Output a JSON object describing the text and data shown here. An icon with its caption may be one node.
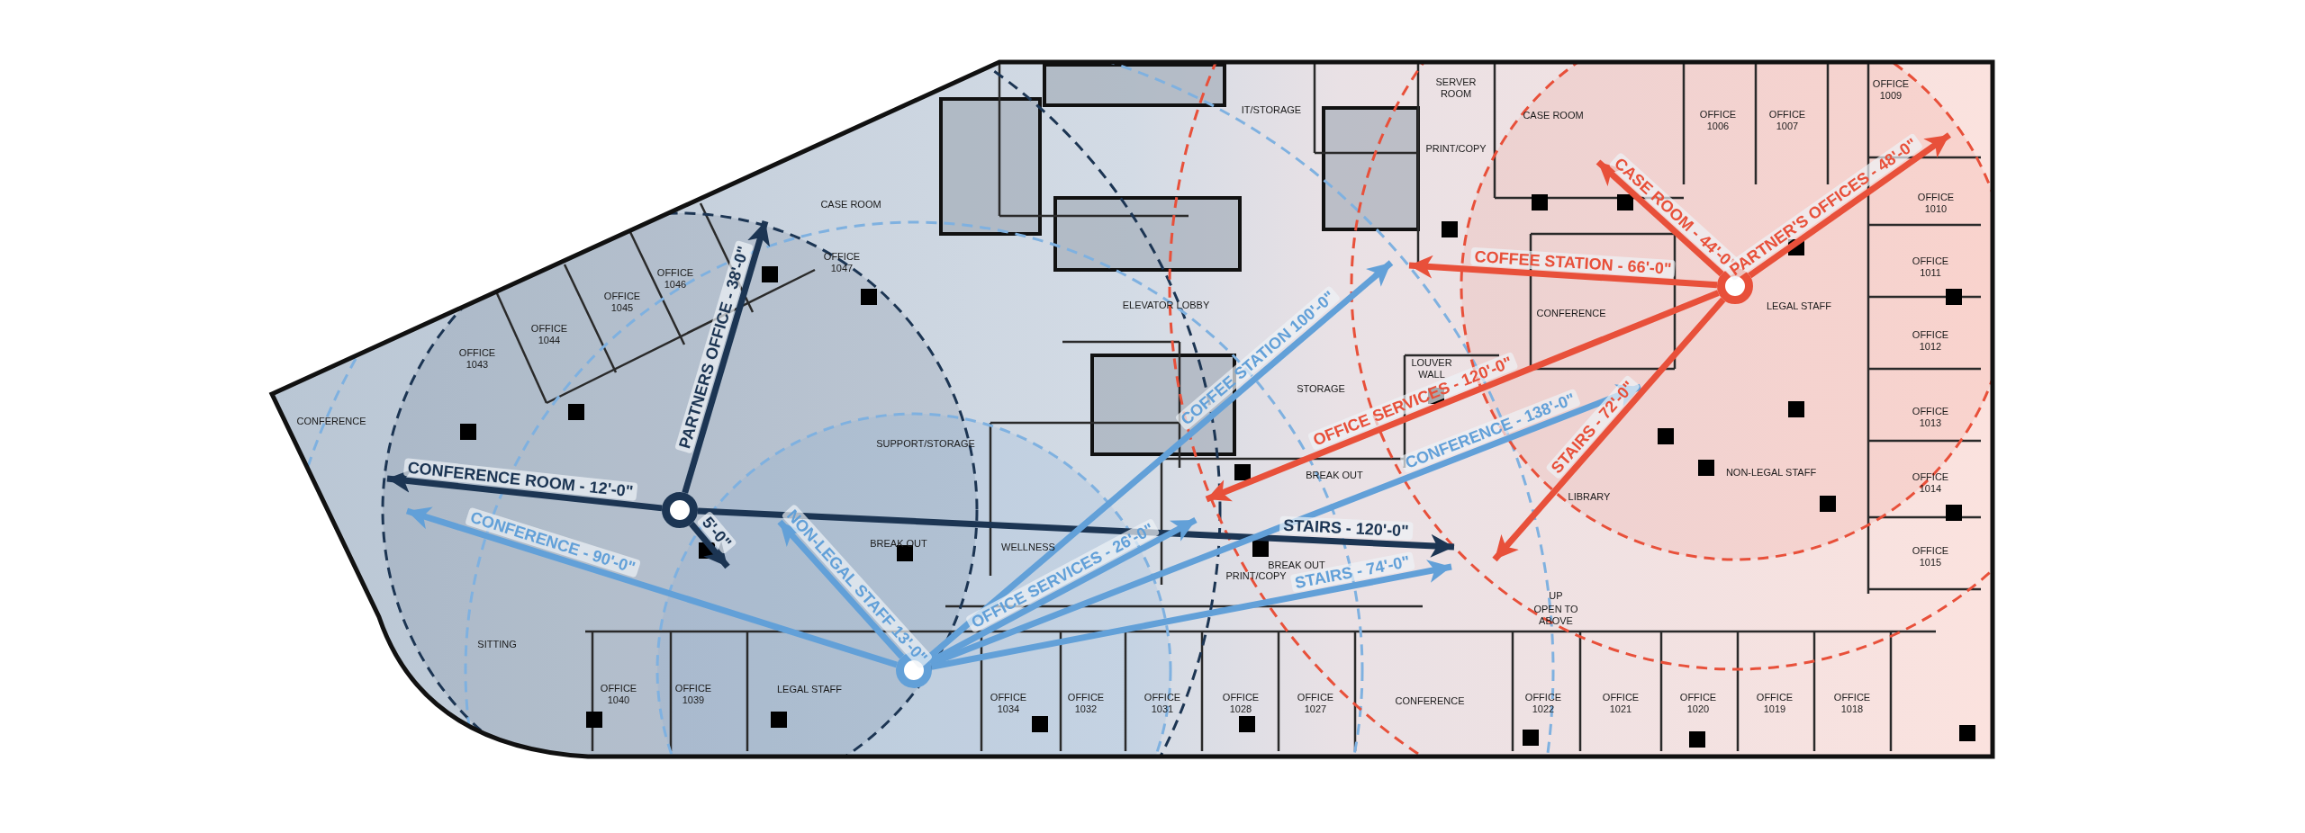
{
  "diagram": {
    "nodes": [
      {
        "text": [],
        "shape": "circle"
      },
      {
        "text": [],
        "shape": "circle"
      },
      {
        "text": [],
        "shape": "circle"
      }
    ],
    "edges": [
      {
        "from": 0,
        "to": null,
        "arrow": "to",
        "label": "PARTNERS OFFICE - 38'-0\"",
        "color": "#1c3553"
      },
      {
        "from": 0,
        "to": null,
        "arrow": "to",
        "label": "CONFERENCE ROOM - 12'-0\"",
        "color": "#1c3553"
      },
      {
        "from": 0,
        "to": null,
        "arrow": "to",
        "label": "5'-0\"",
        "color": "#1c3553"
      },
      {
        "from": 0,
        "to": null,
        "arrow": "to",
        "label": "STAIRS - 120'-0\"",
        "color": "#1c3553"
      },
      {
        "from": 1,
        "to": null,
        "arrow": "to",
        "label": "NON-LEGAL STAFF 13'-0\""
      },
      {
        "from": 1,
        "to": null,
        "arrow": "to",
        "label": "CONFERENCE - 90'-0\""
      },
      {
        "from": 1,
        "to": null,
        "arrow": "to",
        "label": "OFFICE SERVICES - 26'-0\""
      },
      {
        "from": 1,
        "to": null,
        "arrow": "to",
        "label": "COFFEE STATION 100'-0\""
      },
      {
        "from": 1,
        "to": null,
        "arrow": "to",
        "label": "CONFERENCE - 138'-0\""
      },
      {
        "from": 1,
        "to": null,
        "arrow": "to",
        "label": "STAIRS - 74'-0\""
      },
      {
        "from": 2,
        "to": null,
        "arrow": "to",
        "label": "CASE ROOM - 44'-0\"",
        "color": "#e8503a"
      },
      {
        "from": 2,
        "to": null,
        "arrow": "to",
        "label": "PARTNER'S OFFICES - 48'-0\"",
        "color": "#e8503a"
      },
      {
        "from": 2,
        "to": null,
        "arrow": "to",
        "label": "COFFEE STATION - 66'-0\"",
        "color": "#e8503a"
      },
      {
        "from": 2,
        "to": null,
        "arrow": "to",
        "label": "OFFICE SERVICES - 120'-0\"",
        "color": "#e8503a"
      },
      {
        "from": 2,
        "to": null,
        "arrow": "to",
        "label": "STAIRS - 72'-0\"",
        "color": "#e8503a"
      }
    ],
    "labels": [
      "OFFICE 1043",
      "OFFICE 1044",
      "OFFICE 1045",
      "OFFICE 1046",
      "OFFICE 1047",
      "CASE ROOM",
      "CONFERENCE",
      "SITTING",
      "OFFICE 1040",
      "OFFICE 1039",
      "LEGAL STAFF",
      "SUPPORT/STORAGE",
      "BREAK OUT",
      "WELLNESS",
      "PRINT/COPY",
      "OFFICE 1034",
      "OFFICE 1032",
      "OFFICE 1031",
      "OFFICE 1028",
      "OFFICE 1027",
      "CONFERENCE",
      "ELEVATOR LOBBY",
      "IT/STORAGE",
      "SERVER ROOM",
      "PRINT/COPY",
      "STORAGE",
      "LOUVER WALL",
      "BREAK OUT",
      "BREAK OUT",
      "UP",
      "OPEN TO ABOVE",
      "CASE ROOM",
      "OFFICE 1006",
      "OFFICE 1007",
      "OFFICE 1009",
      "OFFICE 1010",
      "OFFICE 1011",
      "OFFICE 1012",
      "OFFICE 1013",
      "OFFICE 1014",
      "OFFICE 1015",
      "CONFERENCE",
      "LEGAL STAFF",
      "NON-LEGAL STAFF",
      "LIBRARY",
      "OFFICE 1022",
      "OFFICE 1021",
      "OFFICE 1020",
      "OFFICE 1019",
      "OFFICE 1018"
    ]
  }
}
